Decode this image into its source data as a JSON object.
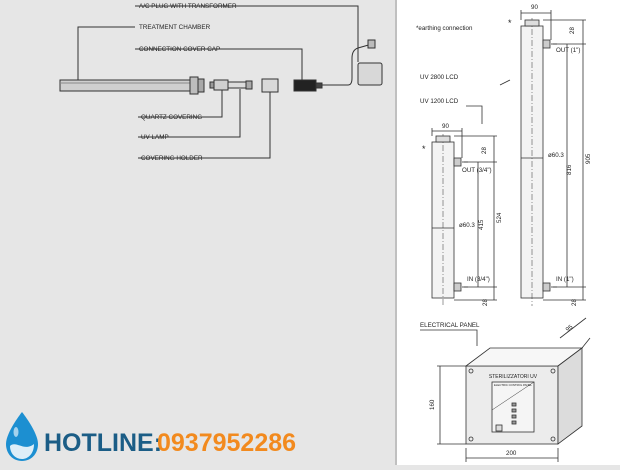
{
  "left_diagram": {
    "labels": {
      "ac_plug": "A/C PLUG WITH TRANSFORMER",
      "treatment_chamber": "TREATMENT CHAMBER",
      "connection_cover_cap": "CONNECTION COVER CAP",
      "quartz_covering": "QUARTZ COVERING",
      "uv_lamp": "UV LAMP",
      "covering_holder": "COVERING HOLDER"
    }
  },
  "right_diagram": {
    "earthing_note": "*earthing connection",
    "asterisk": "*",
    "uv2800": {
      "title": "UV 2800 LCD",
      "width": "90",
      "top_offset": "28",
      "bottom_offset": "28",
      "out": "OUT (1\")",
      "in": "IN (1\")",
      "diameter": "ø60.3",
      "inner_length": "816",
      "total_length": "905"
    },
    "uv1200": {
      "title": "UV 1200 LCD",
      "width": "90",
      "top_offset": "28",
      "bottom_offset": "28",
      "out": "OUT (3/4\")",
      "in": "IN (3/4\")",
      "diameter": "ø60.3",
      "inner_length": "415",
      "total_length": "524"
    },
    "panel": {
      "title": "ELECTRICAL PANEL",
      "depth": "95",
      "height": "160",
      "width": "200",
      "label_line1": "STERILIZZATORI UV",
      "label_line2": "ELECTRIC CONTROL PANEL"
    }
  },
  "hotline": {
    "label": "HOTLINE:",
    "number": "0937952286"
  },
  "colors": {
    "background": "#e6e6e6",
    "panel_background": "#ffffff",
    "line": "#333333",
    "hotline_label": "#1b5d86",
    "hotline_number": "#f28a1e",
    "drop": "#1c8fd1"
  }
}
